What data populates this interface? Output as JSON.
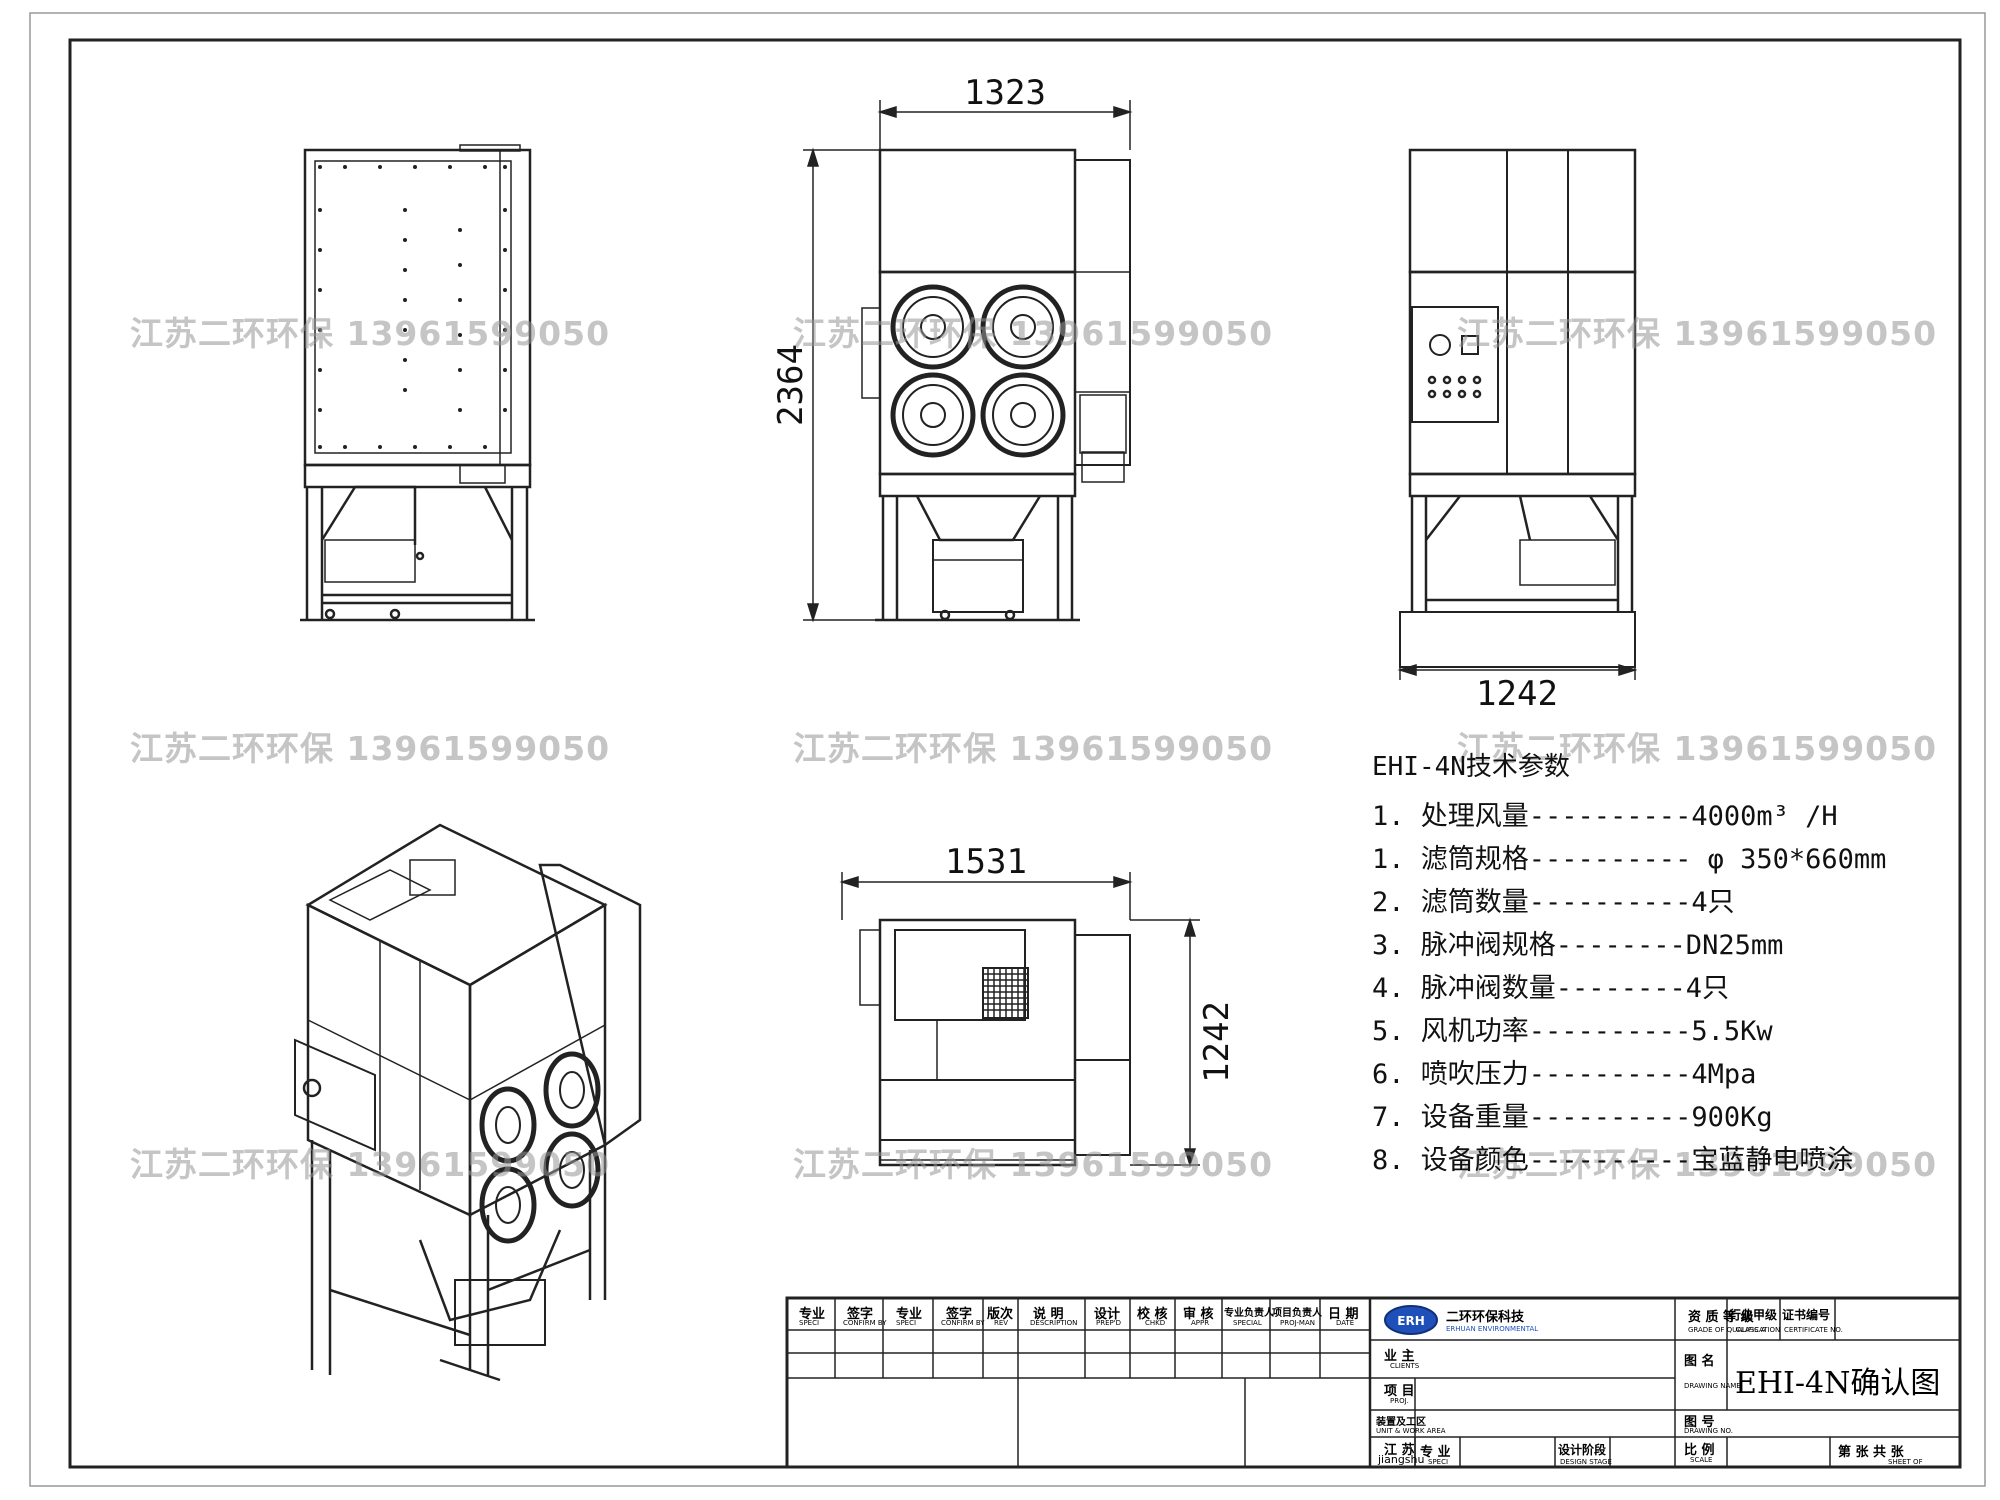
{
  "watermark": "江苏二环环保 13961599050",
  "dimensions": {
    "front_width": "1323",
    "front_height": "2364",
    "side_width": "1242",
    "top_width": "1531",
    "top_depth": "1242"
  },
  "specs": {
    "title": "EHI-4N技术参数",
    "rows": [
      "1. 处理风量----------4000m³ /H",
      "1. 滤筒规格---------- φ 350*660mm",
      "2. 滤筒数量----------4只",
      "3. 脉冲阀规格--------DN25mm",
      "4. 脉冲阀数量--------4只",
      "5. 风机功率----------5.5Kw",
      "6. 喷吹压力----------4Mpa",
      "7. 设备重量----------900Kg",
      "8. 设备颜色----------宝蓝静电喷涂"
    ]
  },
  "title_block": {
    "headers": [
      {
        "cn": "专业",
        "en": "SPECI"
      },
      {
        "cn": "签字",
        "en": "CONFIRM BY"
      },
      {
        "cn": "专业",
        "en": "SPECI"
      },
      {
        "cn": "签字",
        "en": "CONFIRM BY"
      },
      {
        "cn": "版次",
        "en": "REV"
      },
      {
        "cn": "说 明",
        "en": "DESCRIPTION"
      },
      {
        "cn": "设计",
        "en": "PREP'D"
      },
      {
        "cn": "校 核",
        "en": "CHKD"
      },
      {
        "cn": "审 核",
        "en": "APPR"
      },
      {
        "cn": "专业负责人",
        "en": "SPECIAL"
      },
      {
        "cn": "项目负责人",
        "en": "PROJ-MAN"
      },
      {
        "cn": "日 期",
        "en": "DATE"
      }
    ],
    "company_cn": "二环环保科技",
    "company_en": "ERHUAN ENVIRONMENTAL",
    "logo_text": "ERH",
    "client": {
      "cn": "业 主",
      "en": "CLIENTS"
    },
    "project": {
      "cn": "项 目",
      "en": "PROJ."
    },
    "area": {
      "cn": "装置及工区",
      "en": "UNIT & WORK AREA"
    },
    "location": {
      "cn": "江 苏",
      "en": "jiangshu"
    },
    "speciality": {
      "cn": "专 业",
      "en": "SPECI"
    },
    "design_stage": {
      "cn": "设计阶段",
      "en": "DESIGN STAGE"
    },
    "qualification": {
      "cn": "资 质 等 级",
      "en": "GRADE OF QUALIFICATION"
    },
    "class": {
      "cn": "行业甲级",
      "en": "CLASS A"
    },
    "certificate": {
      "cn": "证书编号",
      "en": "CERTIFICATE NO."
    },
    "drawing_name": {
      "cn": "图 名",
      "en": "DRAWING NAME"
    },
    "drawing_title": "EHI-4N确认图",
    "drawing_no": {
      "cn": "图 号",
      "en": "DRAWING NO."
    },
    "scale": {
      "cn": "比 例",
      "en": "SCALE"
    },
    "sheet": {
      "cn": "第 张 共 张",
      "en": "SHEET OF"
    }
  }
}
